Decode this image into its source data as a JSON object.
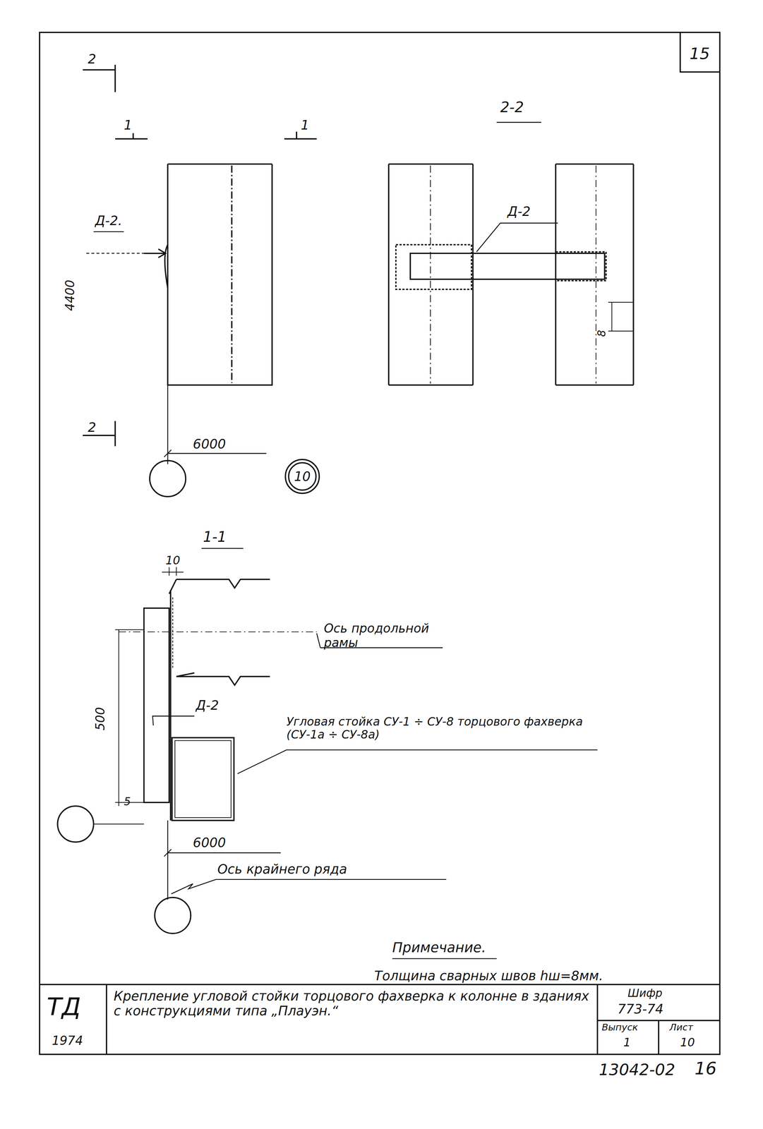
{
  "diagram": {
    "nodes": [
      {
        "text": [
          "10"
        ]
      }
    ],
    "labels": [
      "15",
      "2",
      "1",
      "1",
      "2-2",
      "Д-2.",
      "4400",
      "Д-2",
      "8",
      "2",
      "6000",
      "1-1",
      "10",
      "Ось продольной рамы",
      "Д-2",
      "Угловая стойка СУ-1 ÷ СУ-8 торцового фахверка (СУ-1а ÷ СУ-8а)",
      "500",
      "5",
      "6000",
      "Ось крайнего ряда",
      "Примечание.",
      "Толщина сварных швов hш=8мм.",
      "ТД",
      "1974",
      "Крепление угловой стойки торцового фахверка к колонне в зданиях с конструкциями типа „Плауэн.“",
      "Шифр",
      "773-74",
      "Выпуск",
      "1",
      "Лист",
      "10",
      "13042-02",
      "16"
    ]
  }
}
